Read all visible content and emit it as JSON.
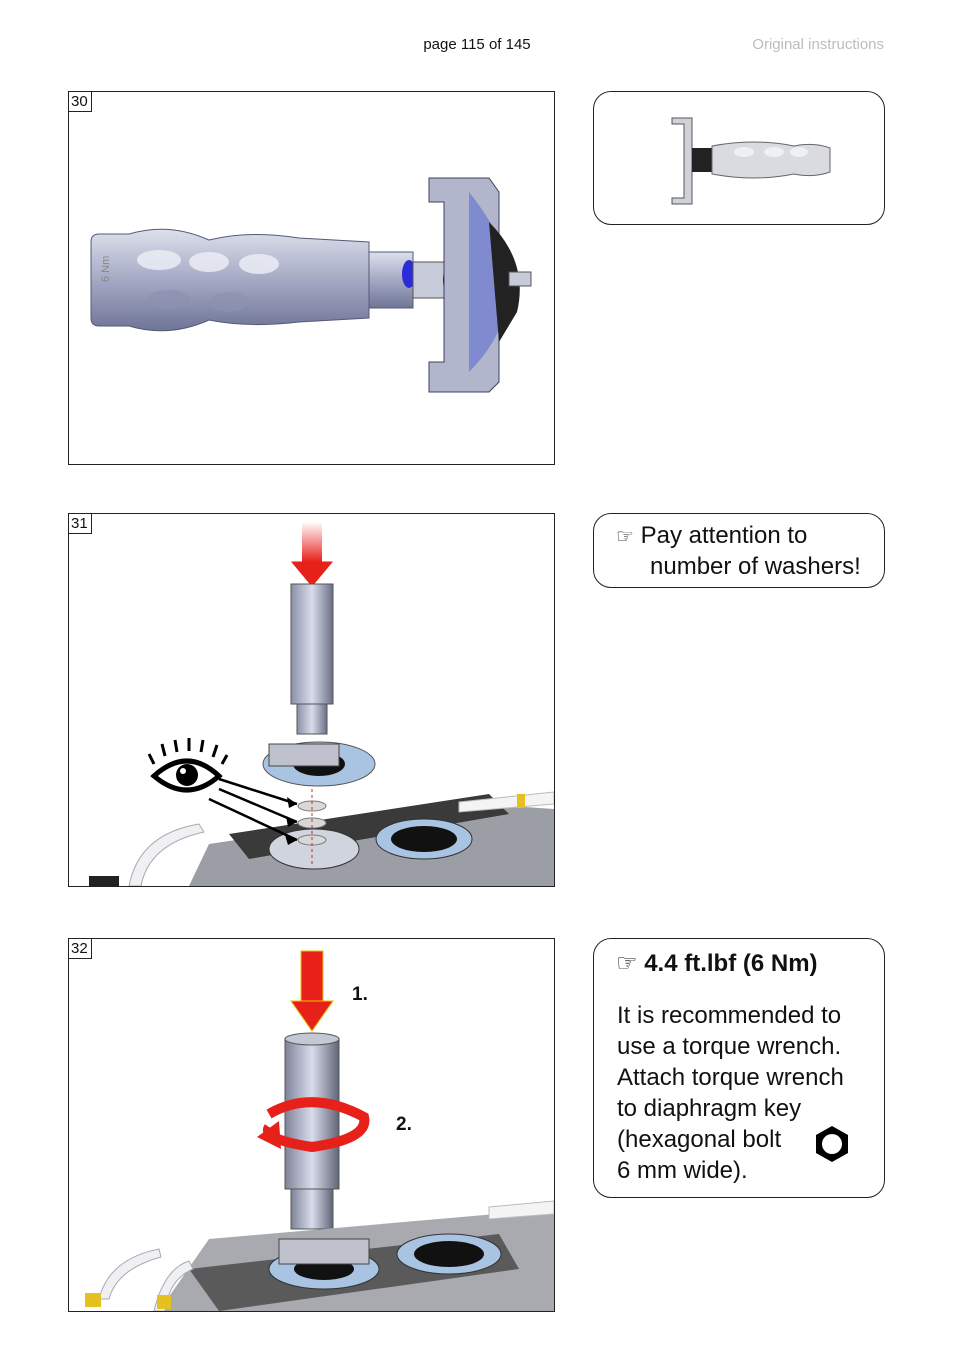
{
  "header": {
    "page": "page 115 of 145",
    "doc": "Original instructions"
  },
  "figures": [
    {
      "number": "30"
    },
    {
      "number": "31"
    },
    {
      "number": "32",
      "step1": "1.",
      "step2": "2."
    }
  ],
  "callouts": {
    "washers": {
      "icon": "pointing-hand-icon",
      "line1": "Pay attention to",
      "line2": "number of washers!"
    },
    "torque": {
      "icon": "pointing-hand-icon",
      "title": "4.4 ft.lbf (6 Nm)",
      "lines": [
        "It is recommended to",
        "use a torque wrench.",
        "Attach torque wrench",
        "to diaphragm key",
        "(hexagonal bolt",
        "6 mm wide)."
      ],
      "hex_icon": "hexagonal-bolt-icon"
    }
  },
  "handle_label": "6 Nm"
}
